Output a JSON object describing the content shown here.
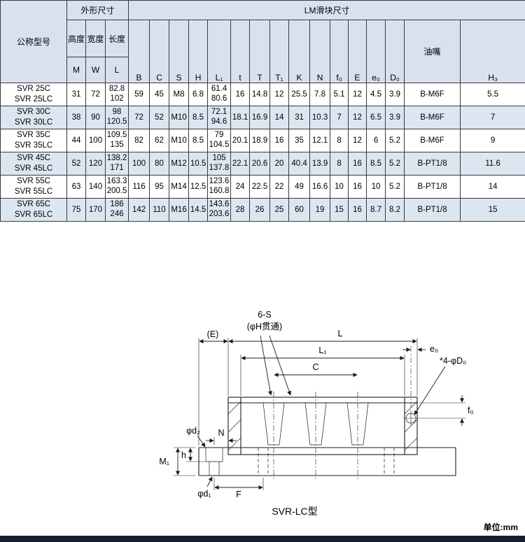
{
  "colors": {
    "header_bg": "#d8e2ee",
    "alt_row_bg": "#dce6f1",
    "bottom_bar": "#161d2e",
    "border": "#3a3a3a"
  },
  "table": {
    "header": {
      "model": "公称型号",
      "outer_dim_group": "外形尺寸",
      "lm_block_group": "LM滑块尺寸",
      "sub_cn": [
        "高度",
        "宽度",
        "长度"
      ],
      "sub_letters": [
        "M",
        "W",
        "L"
      ],
      "letters": [
        "B",
        "C",
        "S",
        "H",
        "L₁",
        "t",
        "T",
        "T₁",
        "K",
        "N",
        "f₀",
        "E",
        "e₀",
        "D₀"
      ],
      "oil": "油嘴",
      "h3": "H₃"
    },
    "rows": [
      {
        "model": "SVR 25C\nSVR 25LC",
        "values": [
          "31",
          "72",
          "82.8\n102",
          "59",
          "45",
          "M8",
          "6.8",
          "61.4\n80.6",
          "16",
          "14.8",
          "12",
          "25.5",
          "7.8",
          "5.1",
          "12",
          "4.5",
          "3.9",
          "B-M6F",
          "5.5"
        ]
      },
      {
        "model": "SVR 30C\nSVR 30LC",
        "values": [
          "38",
          "90",
          "98\n120.5",
          "72",
          "52",
          "M10",
          "8.5",
          "72.1\n94.6",
          "18.1",
          "16.9",
          "14",
          "31",
          "10.3",
          "7",
          "12",
          "6.5",
          "3.9",
          "B-M6F",
          "7"
        ]
      },
      {
        "model": "SVR 35C\nSVR 35LC",
        "values": [
          "44",
          "100",
          "109.5\n135",
          "82",
          "62",
          "M10",
          "8.5",
          "79\n104.5",
          "20.1",
          "18.9",
          "16",
          "35",
          "12.1",
          "8",
          "12",
          "6",
          "5.2",
          "B-M6F",
          "9"
        ]
      },
      {
        "model": "SVR 45C\nSVR 45LC",
        "values": [
          "52",
          "120",
          "138.2\n171",
          "100",
          "80",
          "M12",
          "10.5",
          "105\n137.8",
          "22.1",
          "20.6",
          "20",
          "40.4",
          "13.9",
          "8",
          "16",
          "8.5",
          "5.2",
          "B-PT1/8",
          "11.6"
        ]
      },
      {
        "model": "SVR 55C\nSVR 55LC",
        "values": [
          "63",
          "140",
          "163.3\n200.5",
          "116",
          "95",
          "M14",
          "12.5",
          "123.6\n160.8",
          "24",
          "22.5",
          "22",
          "49",
          "16.6",
          "10",
          "16",
          "10",
          "5.2",
          "B-PT1/8",
          "14"
        ]
      },
      {
        "model": "SVR 65C\nSVR 65LC",
        "values": [
          "75",
          "170",
          "186\n246",
          "142",
          "110",
          "M16",
          "14.5",
          "143.6\n203.6",
          "28",
          "26",
          "25",
          "60",
          "19",
          "15",
          "16",
          "8.7",
          "8.2",
          "B-PT1/8",
          "15"
        ]
      }
    ]
  },
  "diagram": {
    "labels": {
      "six_s": "6-S",
      "h_through": "(φH贯通)",
      "e": "(E)",
      "l": "L",
      "l1": "L₁",
      "e0": "e₀",
      "c": "C",
      "d0": "*4-φD₀",
      "f0": "f₀",
      "n": "N",
      "d2": "φd₂",
      "m1": "M₁",
      "h": "h",
      "d1": "φd₁",
      "f": "F",
      "caption": "SVR-LC型"
    }
  },
  "footer": {
    "unit": "单位:mm"
  }
}
